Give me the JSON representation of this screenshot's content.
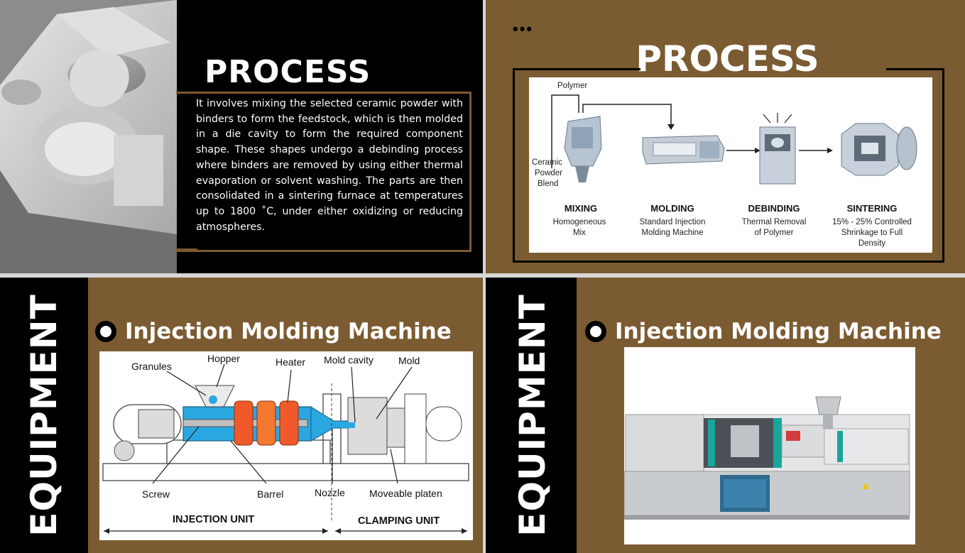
{
  "slide1": {
    "title": "PROCESS",
    "paragraph": "It involves mixing the selected ceramic powder with binders to form the feedstock, which is then molded in a die cavity to form the required component shape. These shapes undergo a debinding process where binders are removed by using either thermal evaporation or solvent washing. The parts are then consolidated in a sintering furnace at temperatures up to 1800 ˚C, under either oxidizing or reducing atmospheres."
  },
  "slide2": {
    "dots": "•••",
    "title": "PROCESS",
    "diagram": {
      "polymer_label": "Polymer",
      "input_label_lines": [
        "Ceramic",
        "Powder",
        "Blend"
      ],
      "steps": [
        {
          "name": "MIXING",
          "desc_lines": [
            "Homogeneous",
            "Mix"
          ]
        },
        {
          "name": "MOLDING",
          "desc_lines": [
            "Standard Injection",
            "Molding Machine"
          ]
        },
        {
          "name": "DEBINDING",
          "desc_lines": [
            "Thermal Removal",
            "of Polymer"
          ]
        },
        {
          "name": "SINTERING",
          "desc_lines": [
            "15% - 25% Controlled",
            "Shrinkage to Full",
            "Density"
          ]
        }
      ]
    }
  },
  "slide3": {
    "side_label": "EQUIPMENT",
    "heading": "Injection Molding Machine",
    "diagram": {
      "labels": {
        "granules": "Granules",
        "hopper": "Hopper",
        "heater": "Heater",
        "mold_cavity": "Mold cavity",
        "mold": "Mold",
        "screw": "Screw",
        "barrel": "Barrel",
        "nozzle": "Nozzle",
        "moveable_platen": "Moveable platen",
        "injection_unit": "INJECTION UNIT",
        "clamping_unit": "CLAMPING UNIT"
      }
    }
  },
  "slide4": {
    "side_label": "EQUIPMENT",
    "heading": "Injection Molding Machine"
  },
  "colors": {
    "brown": "#7b5b31",
    "black": "#000000",
    "white": "#ffffff",
    "heater": "#e8502a",
    "molten": "#2aa7e0",
    "machine_teal": "#1aa59a"
  }
}
